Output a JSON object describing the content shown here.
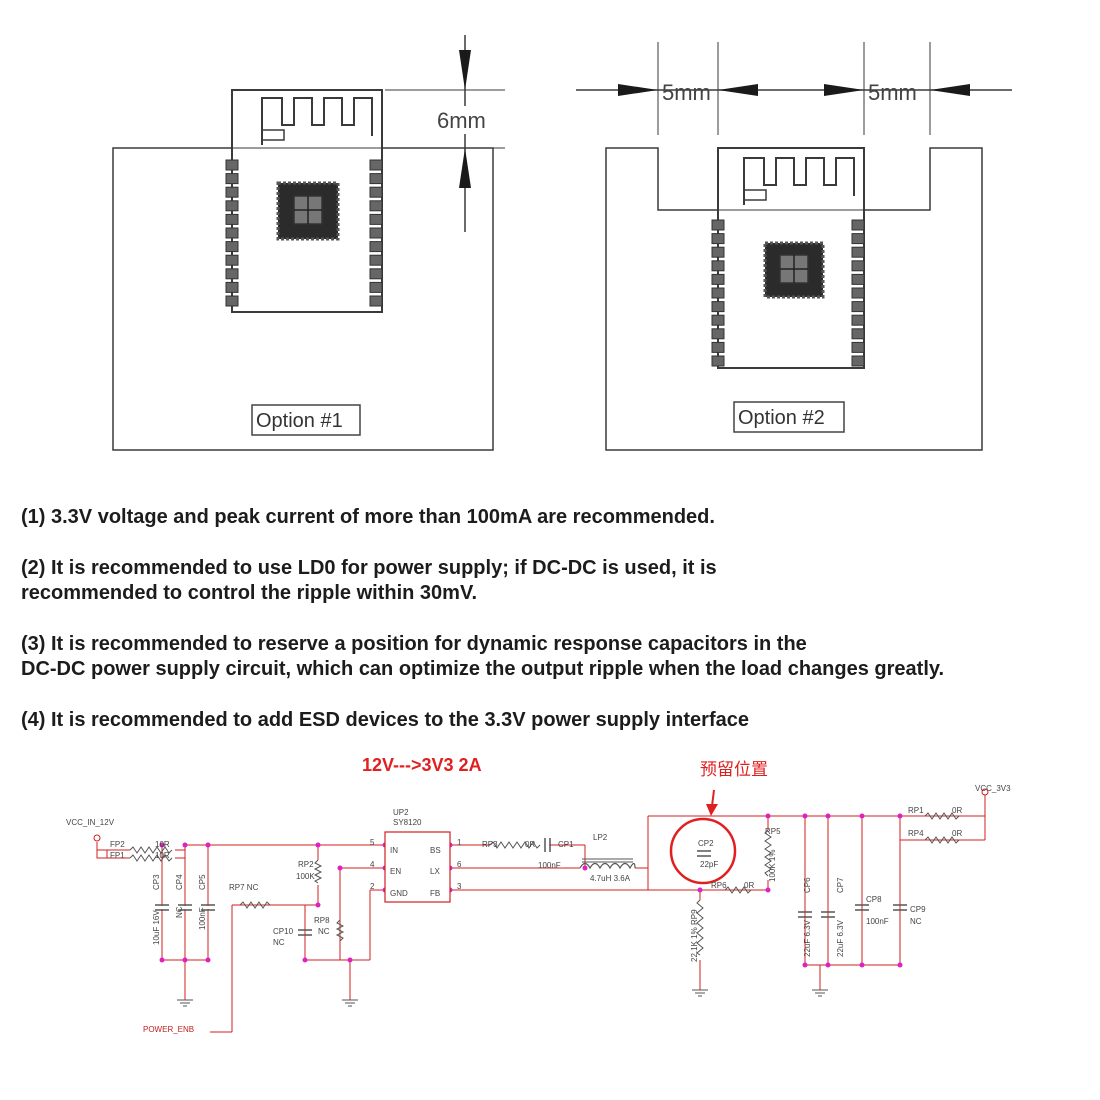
{
  "layout_diagram": {
    "dimensions": {
      "top_clearance": "6mm",
      "left_clearance": "5mm",
      "right_clearance": "5mm"
    },
    "options": [
      {
        "label": "Option #1"
      },
      {
        "label": "Option #2"
      }
    ]
  },
  "notes": [
    {
      "lines": [
        "(1) 3.3V voltage and peak current of more than 100mA are recommended."
      ]
    },
    {
      "lines": [
        "(2) It is recommended to use LD0 for power supply; if DC-DC is used, it is",
        "recommended to control the ripple within 30mV."
      ]
    },
    {
      "lines": [
        "(3) It is recommended to reserve a position for dynamic response capacitors in the",
        "DC-DC power supply circuit, which can optimize the output ripple when the load changes greatly."
      ]
    },
    {
      "lines": [
        "(4) It is recommended to add ESD devices to the 3.3V power supply interface"
      ]
    }
  ],
  "schematic": {
    "title": "12V--->3V3 2A",
    "reserved_label": "预留位置",
    "nets": {
      "vin": "VCC_IN_12V",
      "vout": "VCC_3V3",
      "enable": "POWER_ENB"
    },
    "ic": {
      "ref": "UP2",
      "part": "SY8120",
      "pins": [
        {
          "num": "5",
          "name": "IN"
        },
        {
          "num": "4",
          "name": "EN"
        },
        {
          "num": "2",
          "name": "GND"
        },
        {
          "num": "1",
          "name": "BS"
        },
        {
          "num": "6",
          "name": "LX"
        },
        {
          "num": "3",
          "name": "FB"
        }
      ]
    },
    "parts": {
      "fp2": "FP2",
      "fp1": "FP1",
      "r10a": "10R",
      "r10b": "10R",
      "cp3": "CP3",
      "cp3_val": "10uF 16V",
      "cp4": "CP4",
      "cp4_val": "NC",
      "cp5": "CP5",
      "cp5_val": "100nF",
      "rp7": "RP7 NC",
      "rp2": "RP2",
      "rp2_val": "100K",
      "rp8": "RP8",
      "rp8_val": "NC",
      "cp10": "CP10",
      "cp10_val": "NC",
      "rp3": "RP3",
      "rp3_val": "0R",
      "cp1": "CP1",
      "cp1_val": "100nF",
      "lp2": "LP2",
      "lp2_val": "4.7uH 3.6A",
      "cp2": "CP2",
      "cp2_val": "22pF",
      "rp5": "RP5",
      "rp5_val": "100K 1%",
      "rp6": "RP6",
      "rp6_val": "0R",
      "rp9": "RP9",
      "rp9_val": "22.1K 1%",
      "cp6": "CP6",
      "cp6_val": "22uF 6.3V",
      "cp7": "CP7",
      "cp7_val": "22uF 6.3V",
      "cp8": "CP8",
      "cp8_val": "100nF",
      "cp9": "CP9",
      "cp9_val": "NC",
      "rp1": "RP1",
      "rp1_val": "0R",
      "rp4": "RP4",
      "rp4_val": "0R"
    }
  }
}
